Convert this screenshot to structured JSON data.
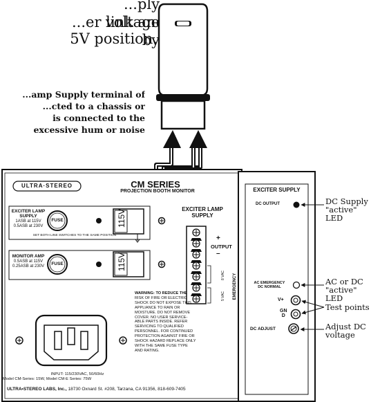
{
  "intro_text": {
    "line1": "...ply voltage by",
    "line2": "...er link and moving",
    "line3": "5V position."
  },
  "warning_note": {
    "line1": "...amp Supply terminal of",
    "line2": "...cted to a chassis or",
    "line3": "is connected to the",
    "line4": "excessive hum or noise"
  },
  "panel": {
    "brand_logo": "ULTRA·STEREO",
    "series_title": "CM SERIES",
    "series_subtitle": "PROJECTION BOOTH MONITOR",
    "exciter_fuse": {
      "title1": "EXCITER LAMP",
      "title2": "SUPPLY",
      "spec1": "1ASB at 115V",
      "spec2": "0.5ASB at 230V",
      "fuse_label": "FUSE",
      "switch_label": "115V"
    },
    "switch_note": "SET BOTH LINE SWITCHES TO THE SAME POSITION",
    "monitor_fuse": {
      "title1": "MONITOR AMP",
      "spec1": "0.5ASB at 115V",
      "spec2": "0.25ASB at 230V",
      "fuse_label": "FUSE",
      "switch_label": "115V"
    },
    "terminal": {
      "title1": "EXCITER LAMP",
      "title2": "SUPPLY",
      "plus": "+",
      "output": "OUTPUT",
      "minus": "–",
      "vac8": "8 VAC",
      "vac5": "5 VAC",
      "emergency": "EMERGENCY"
    },
    "warning": {
      "line1": "WARNING: TO REDUCE THE",
      "line2": "RISK OF FIRE OR ELECTRIC",
      "line3": "SHOCK DO NOT EXPOSE THIS",
      "line4": "APPLIANCE TO RAIN OR",
      "line5": "MOISTURE. DO NOT REMOVE",
      "line6": "COVER. NO USER SERVICE-",
      "line7": "ABLE PARTS INSIDE. REFER",
      "line8": "SERVICING TO QUALIFIED",
      "line9": "PERSONNEL. FOR CONTINUED",
      "line10": "PROTECTION AGAINST FIRE OR",
      "line11": "SHOCK HAZARD REPLACE ONLY",
      "line12": "WITH THE SAME FUSE TYPE",
      "line13": "AND RATING."
    },
    "input_line1": "INPUT: 115/230VAC, 50/60Hz",
    "input_line2": "Model CM-Series: 15W, Model CM-E Series: 75W",
    "footer_brand": "ULTRA•STEREO LABS, Inc.,",
    "footer_address": " 18730 Oxnard St. #208, Tarzana, CA 91356, 818-609-7405"
  },
  "exciter_module": {
    "title": "EXCITER SUPPLY",
    "dc_output": "DC OUTPUT",
    "ac_emergency": "AC EMERGENCY",
    "dc_normal": "DC NORMAL",
    "v_plus": "V+",
    "gnd1": "GN",
    "gnd2": "D",
    "dc_adjust": "DC ADJUST"
  },
  "callouts": {
    "dc_led1": "DC Supply",
    "dc_led2": "\"active\" LED",
    "ac_led1": "AC or DC",
    "ac_led2": "\"active\" LED",
    "test_points": "Test points",
    "adjust1": "Adjust DC",
    "adjust2": "voltage"
  }
}
